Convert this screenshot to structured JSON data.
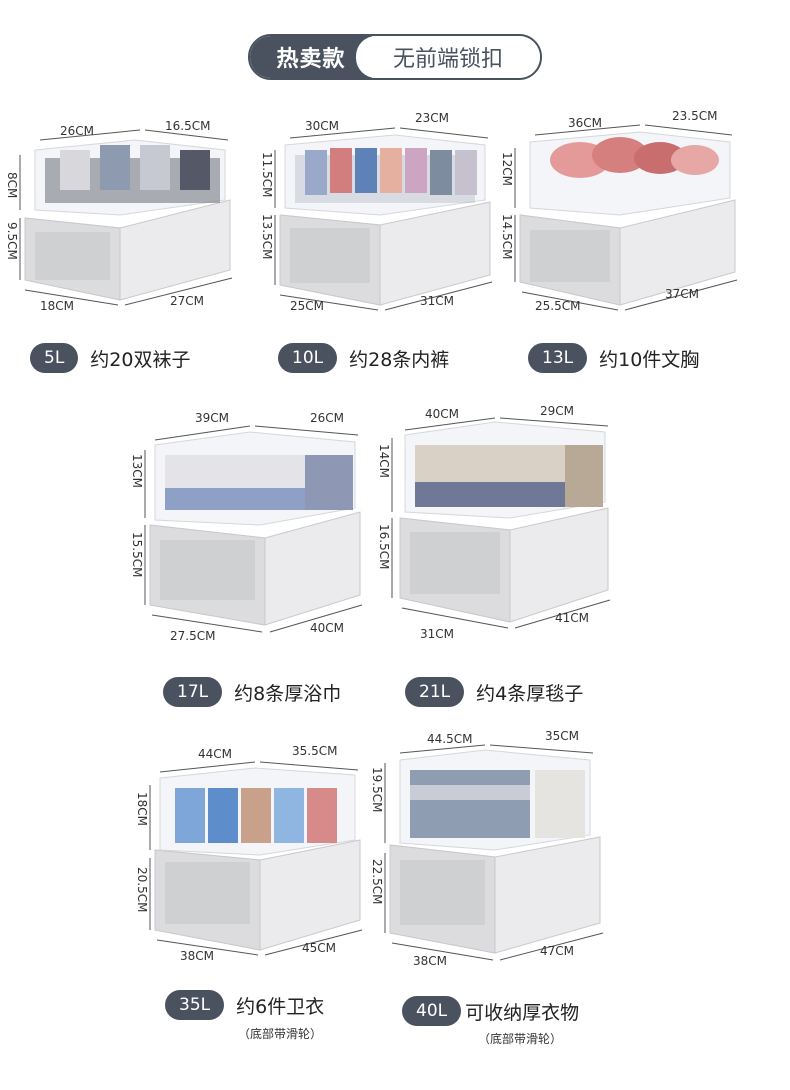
{
  "header": {
    "hot_label": "热卖款",
    "feature_label": "无前端锁扣"
  },
  "products": [
    {
      "capacity": "5L",
      "desc": "约20双袜子",
      "dims": {
        "top_depth": "26CM",
        "top_width": "16.5CM",
        "top_height": "8CM",
        "bottom_height": "9.5CM",
        "bottom_depth": "18CM",
        "bottom_width": "27CM"
      }
    },
    {
      "capacity": "10L",
      "desc": "约28条内裤",
      "dims": {
        "top_depth": "30CM",
        "top_width": "23CM",
        "top_height": "11.5CM",
        "bottom_height": "13.5CM",
        "bottom_depth": "25CM",
        "bottom_width": "31CM"
      }
    },
    {
      "capacity": "13L",
      "desc": "约10件文胸",
      "dims": {
        "top_depth": "36CM",
        "top_width": "23.5CM",
        "top_height": "12CM",
        "bottom_height": "14.5CM",
        "bottom_depth": "25.5CM",
        "bottom_width": "37CM"
      }
    },
    {
      "capacity": "17L",
      "desc": "约8条厚浴巾",
      "dims": {
        "top_depth": "39CM",
        "top_width": "26CM",
        "top_height": "13CM",
        "bottom_height": "15.5CM",
        "bottom_depth": "27.5CM",
        "bottom_width": "40CM"
      }
    },
    {
      "capacity": "21L",
      "desc": "约4条厚毯子",
      "dims": {
        "top_depth": "40CM",
        "top_width": "29CM",
        "top_height": "14CM",
        "bottom_height": "16.5CM",
        "bottom_depth": "31CM",
        "bottom_width": "41CM"
      }
    },
    {
      "capacity": "35L",
      "desc": "约6件卫衣",
      "note": "（底部带滑轮）",
      "dims": {
        "top_depth": "44CM",
        "top_width": "35.5CM",
        "top_height": "18CM",
        "bottom_height": "20.5CM",
        "bottom_depth": "38CM",
        "bottom_width": "45CM"
      }
    },
    {
      "capacity": "40L",
      "desc": "可收纳厚衣物",
      "note": "（底部带滑轮）",
      "dims": {
        "top_depth": "44.5CM",
        "top_width": "35CM",
        "top_height": "19.5CM",
        "bottom_height": "22.5CM",
        "bottom_depth": "38CM",
        "bottom_width": "47CM"
      }
    }
  ],
  "colors": {
    "badge": "#4a5260",
    "frame": "#e8e8ea",
    "clear": "#f4f6f9"
  }
}
